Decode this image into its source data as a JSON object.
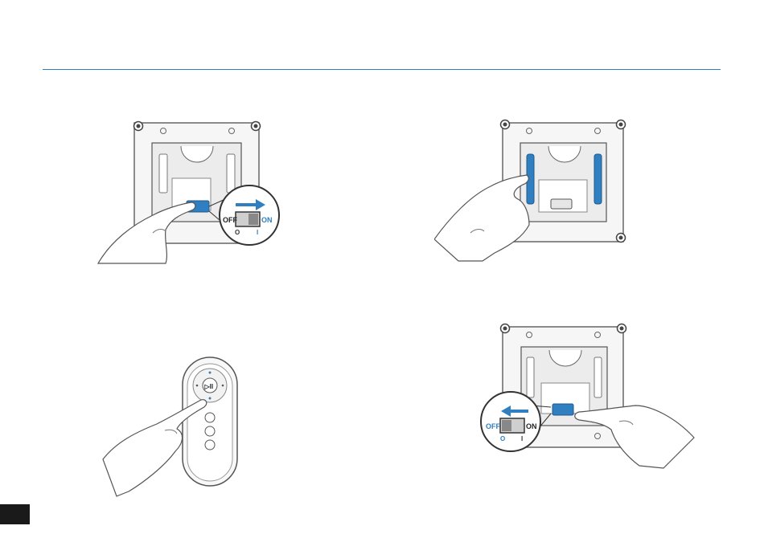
{
  "document": {
    "accent_color": "#2f7fc1",
    "device_color": "#f4f4f4",
    "switch_off_label": "OFF",
    "switch_on_label": "ON",
    "off_symbol": "O",
    "on_symbol": "I",
    "remote_play_symbol": "▷II"
  },
  "steps": [
    {
      "illustration": "power-switch-on",
      "arrow": "right"
    },
    {
      "illustration": "wipe-cleaning-pads"
    },
    {
      "illustration": "remote-control-press"
    },
    {
      "illustration": "power-switch-off",
      "arrow": "left"
    }
  ]
}
